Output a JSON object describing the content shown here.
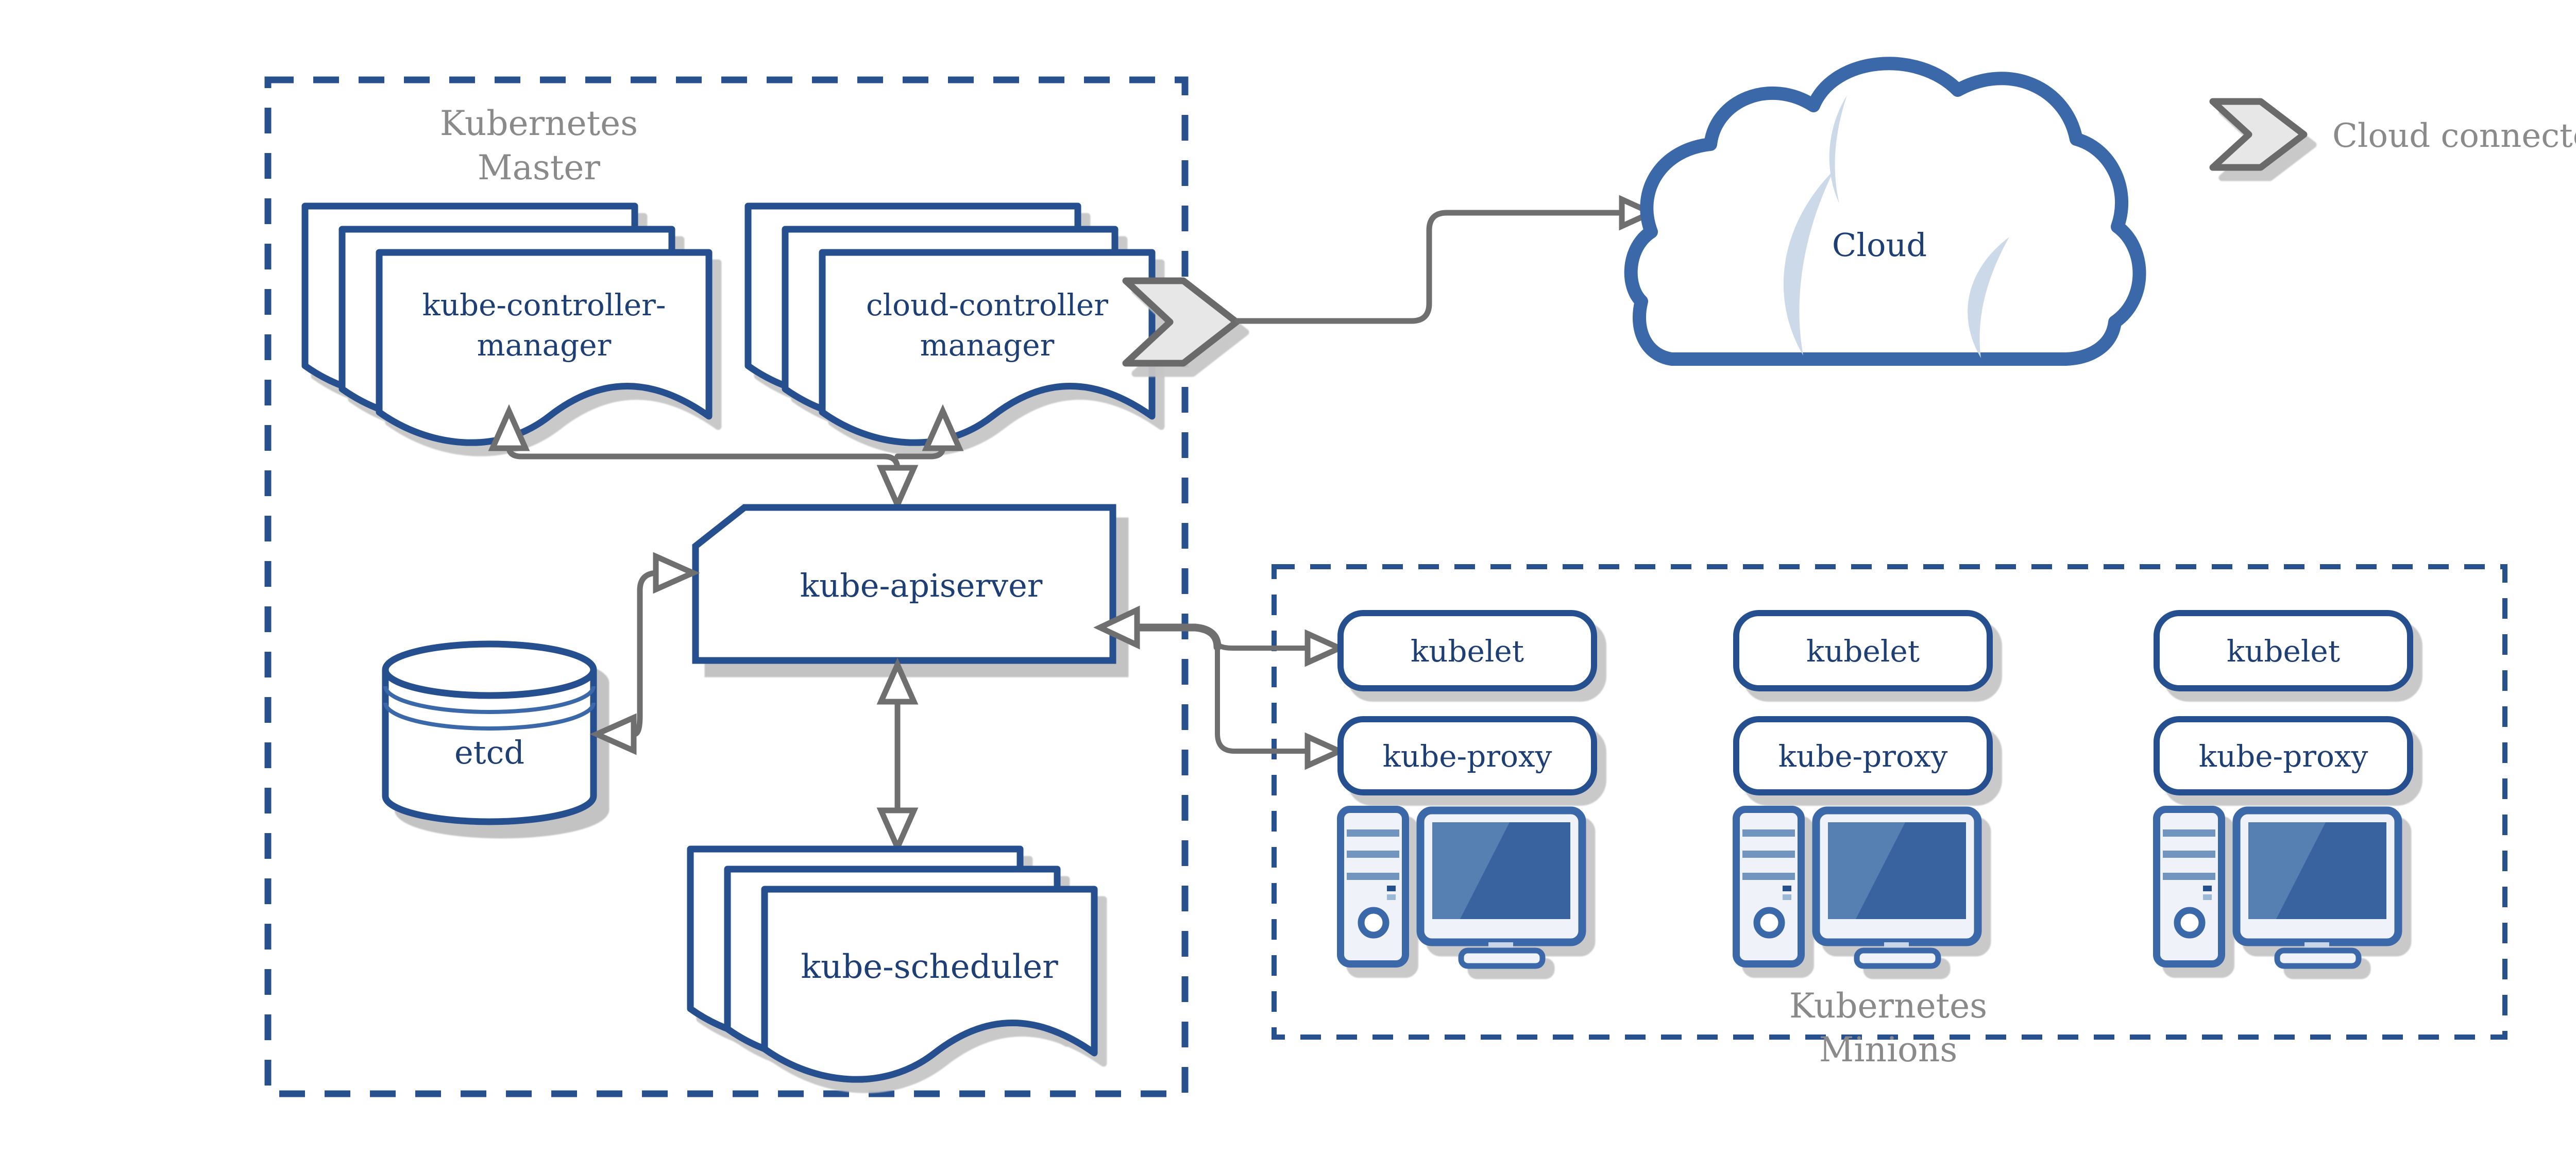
{
  "master": {
    "title_line1": "Kubernetes",
    "title_line2": "Master",
    "kube_controller_manager": {
      "line1": "kube-controller-",
      "line2": "manager"
    },
    "cloud_controller_manager": {
      "line1": "cloud-controller",
      "line2": "manager"
    },
    "apiserver": {
      "label": "kube-apiserver"
    },
    "etcd": {
      "label": "etcd"
    },
    "scheduler": {
      "label": "kube-scheduler"
    }
  },
  "cloud": {
    "label": "Cloud"
  },
  "legend": {
    "label": "Cloud connector"
  },
  "minions": {
    "title_line1": "Kubernetes",
    "title_line2": "Minions",
    "nodes": [
      {
        "kubelet": "kubelet",
        "kube_proxy": "kube-proxy"
      },
      {
        "kubelet": "kubelet",
        "kube_proxy": "kube-proxy"
      },
      {
        "kubelet": "kubelet",
        "kube_proxy": "kube-proxy"
      }
    ]
  },
  "colors": {
    "border_navy": "#27508f",
    "text_navy": "#1e3f76",
    "gray_text": "#8a8a8a",
    "arrow_gray": "#6f6f6f",
    "cloud_blue": "#3a68a8",
    "pc_blue": "#3a68a8",
    "pc_fill": "#eff3f9",
    "screen_dark": "#38639f",
    "screen_light": "#567fb2",
    "stripe_blue": "#7295c0",
    "led_dark": "#27508f",
    "led_light": "#9db7d6",
    "crescent": "#ccd9e9",
    "chevron_fill": "#e7e7e7",
    "chevron_stroke": "#6b6b6b",
    "shadow": "#c0c0c0",
    "bg": "#ffffff"
  }
}
